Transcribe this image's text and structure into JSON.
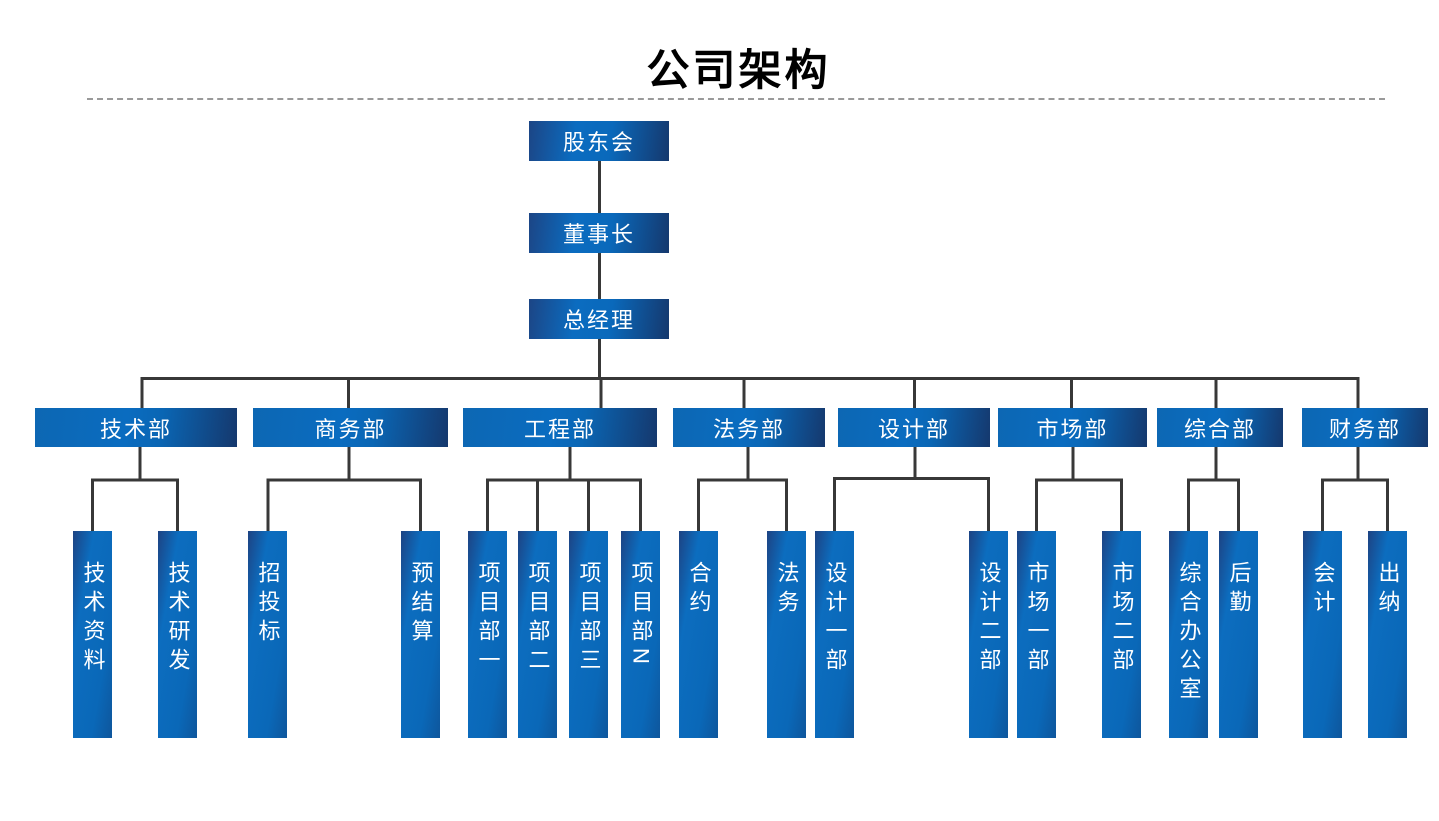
{
  "title": "公司架构",
  "colors": {
    "box_blue_bright": "#0a6cc0",
    "box_blue_dark": "#15386d",
    "connector": "#383838",
    "box_text": "#ffffff",
    "title_text": "#000000",
    "divider": "#9a9a9a"
  },
  "org": {
    "root_chain": [
      {
        "id": "shareholders",
        "label": "股东会"
      },
      {
        "id": "chairman",
        "label": "董事长"
      },
      {
        "id": "general-manager",
        "label": "总经理"
      }
    ],
    "departments": [
      {
        "id": "technology",
        "label": "技术部",
        "children": [
          "技术资料",
          "技术研发"
        ]
      },
      {
        "id": "business",
        "label": "商务部",
        "children": [
          "招投标",
          "预结算"
        ]
      },
      {
        "id": "engineering",
        "label": "工程部",
        "children": [
          "项目部一",
          "项目部二",
          "项目部三",
          "项目部N"
        ]
      },
      {
        "id": "legal",
        "label": "法务部",
        "children": [
          "合约",
          "法务"
        ]
      },
      {
        "id": "design",
        "label": "设计部",
        "children": [
          "设计一部",
          "设计二部"
        ]
      },
      {
        "id": "marketing",
        "label": "市场部",
        "children": [
          "市场一部",
          "市场二部"
        ]
      },
      {
        "id": "general-affairs",
        "label": "综合部",
        "children": [
          "综合办公室",
          "后勤"
        ]
      },
      {
        "id": "finance",
        "label": "财务部",
        "children": [
          "会计",
          "出纳"
        ]
      }
    ]
  }
}
